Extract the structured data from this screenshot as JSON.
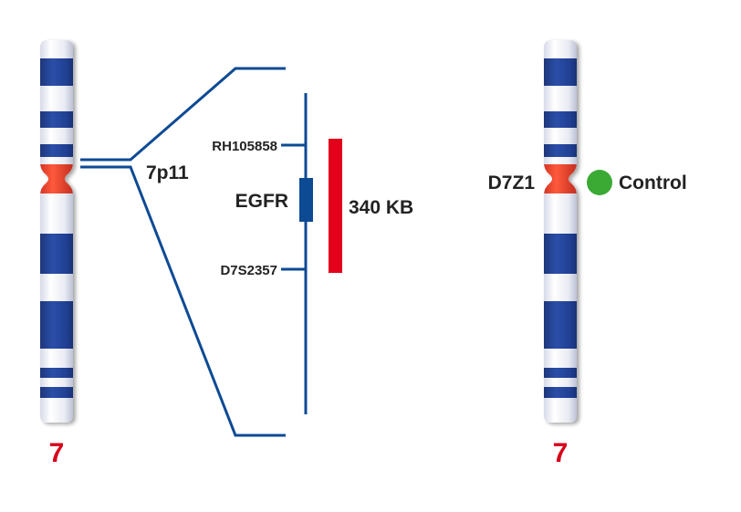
{
  "left_chromosome": {
    "number": "7",
    "region_label": "7p11"
  },
  "probe_map": {
    "marker_top": "RH105858",
    "gene": "EGFR",
    "marker_bottom": "D7S2357",
    "size_label": "340 KB"
  },
  "right_chromosome": {
    "number": "7",
    "centromere_probe": "D7Z1",
    "signal_label": "Control"
  },
  "colors": {
    "band_blue": "#1e3f8f",
    "centromere_red": "#e0382a",
    "line_blue": "#0d4a94",
    "probe_red": "#e2001a",
    "gene_blue": "#0d4a94",
    "signal_green": "#3aaa35",
    "chromosome_number_red": "#d7001a"
  }
}
